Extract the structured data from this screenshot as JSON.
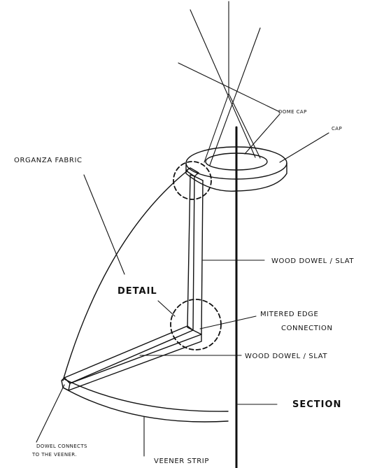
{
  "labels": {
    "dome_cap": "DOME CAP",
    "cap": "CAP",
    "organza_fabric": "ORGANZA FABRIC",
    "wood_dowel_slat_upper": "WOOD DOWEL / SLAT",
    "detail": "DETAIL",
    "mitered_edge_line1": "MITERED EDGE",
    "mitered_edge_line2": "CONNECTION",
    "wood_dowel_slat_lower": "WOOD DOWEL / SLAT",
    "section": "SECTION",
    "dowel_connects_line1": "DOWEL CONNECTS",
    "dowel_connects_line2": "TO THE VEENER.",
    "veneer_strip": "VEENER STRIP"
  }
}
